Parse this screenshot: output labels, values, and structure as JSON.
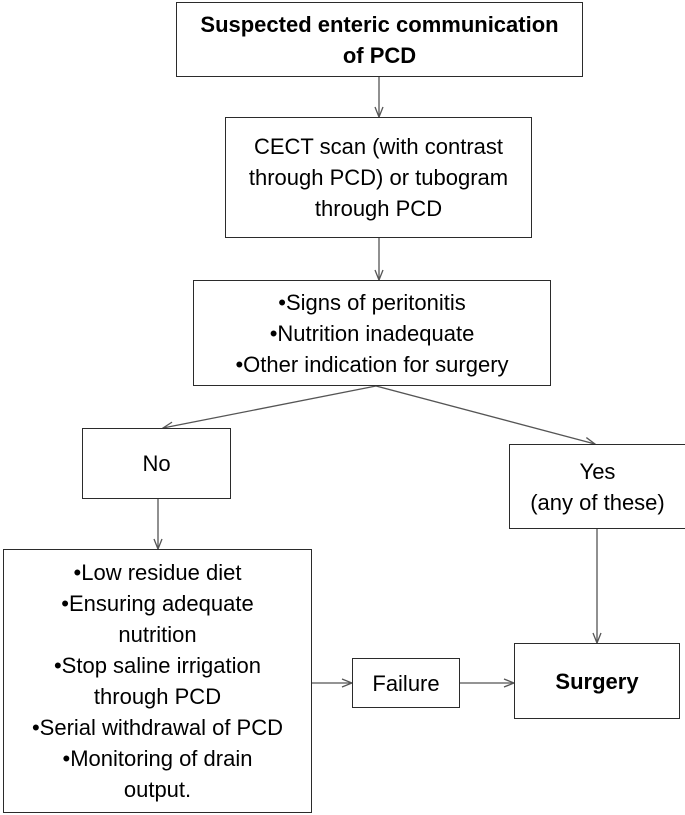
{
  "nodes": {
    "suspected": {
      "lines": [
        "Suspected enteric communication",
        "of PCD"
      ],
      "emphasis": "bold"
    },
    "imaging": {
      "lines": [
        "CECT scan (with contrast",
        "through PCD) or tubogram",
        "through PCD"
      ]
    },
    "criteria": {
      "lines": [
        "•Signs of peritonitis",
        "•Nutrition inadequate",
        "•Other indication for surgery"
      ]
    },
    "no": {
      "lines": [
        "No"
      ]
    },
    "yes": {
      "lines": [
        "Yes",
        "(any of these)"
      ]
    },
    "conservative": {
      "lines": [
        "•Low residue diet",
        "•Ensuring adequate",
        "nutrition",
        "•Stop saline irrigation",
        "through PCD",
        "•Serial withdrawal of PCD",
        "•Monitoring of drain",
        "output."
      ]
    },
    "failure": {
      "lines": [
        "Failure"
      ]
    },
    "surgery": {
      "lines": [
        "Surgery"
      ],
      "emphasis": "bold"
    }
  },
  "edges": [
    {
      "from": "suspected",
      "to": "imaging"
    },
    {
      "from": "imaging",
      "to": "criteria"
    },
    {
      "from": "criteria",
      "to": "no"
    },
    {
      "from": "criteria",
      "to": "yes"
    },
    {
      "from": "no",
      "to": "conservative"
    },
    {
      "from": "yes",
      "to": "surgery"
    },
    {
      "from": "conservative",
      "to": "failure"
    },
    {
      "from": "failure",
      "to": "surgery"
    }
  ],
  "colors": {
    "border": "#2b2b2b",
    "connector": "#555555",
    "text": "#000000",
    "background": "#ffffff"
  }
}
